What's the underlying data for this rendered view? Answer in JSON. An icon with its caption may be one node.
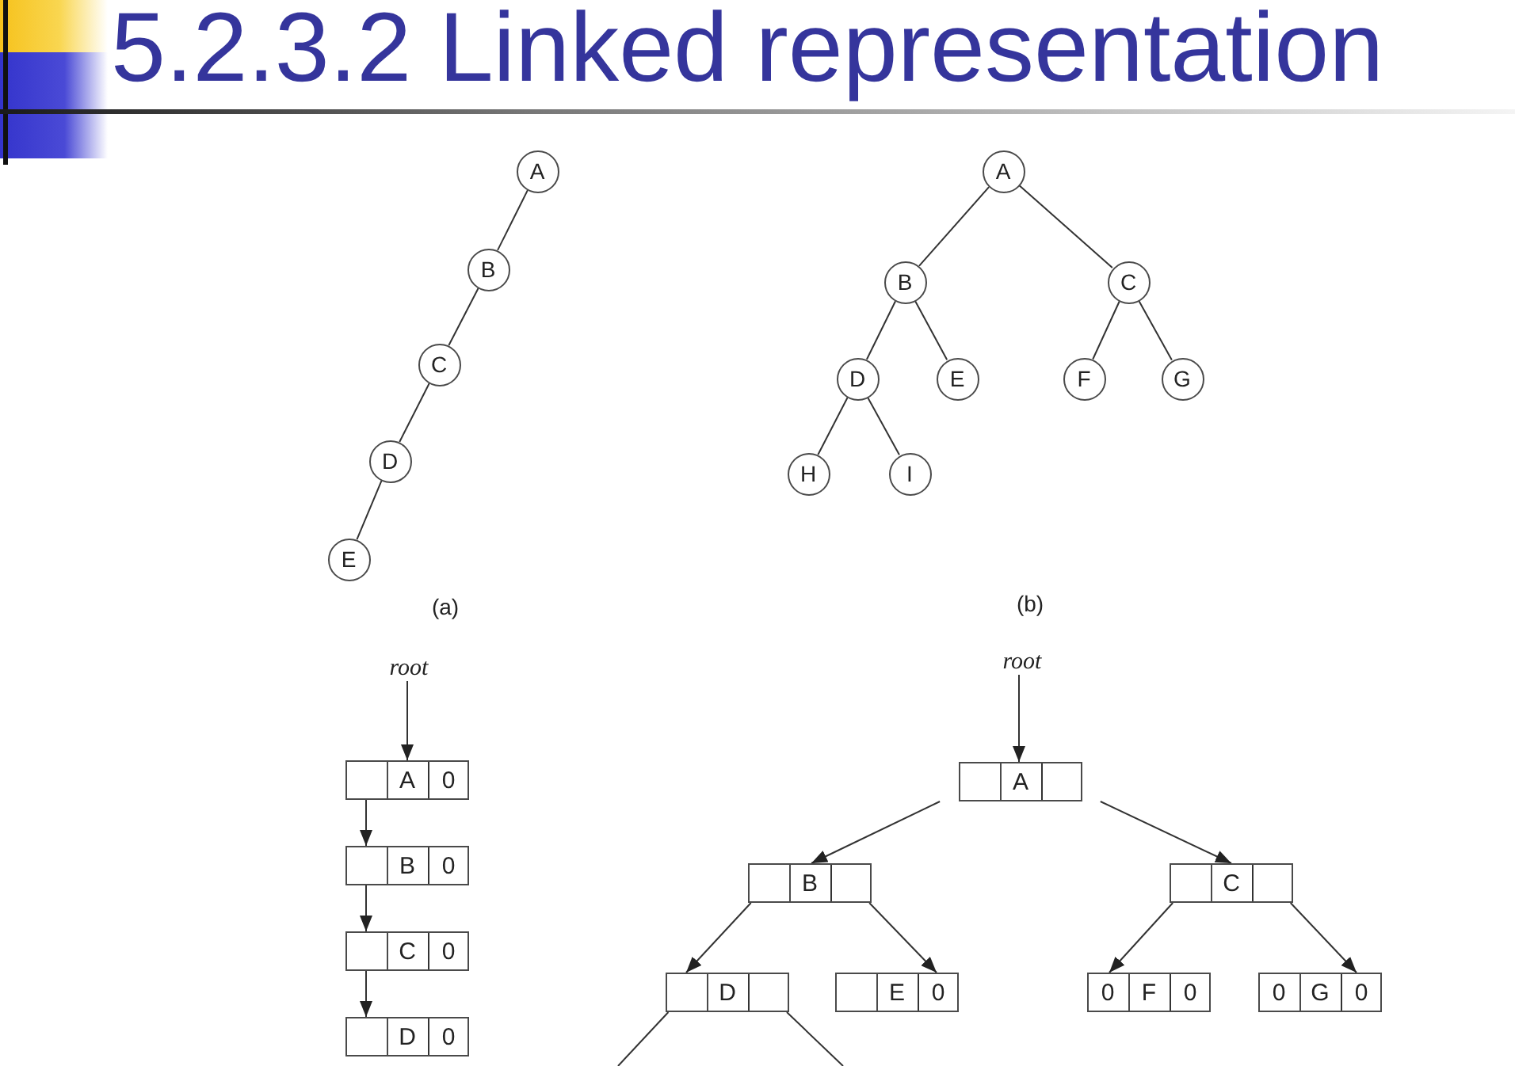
{
  "diagram": {
    "title": "5.2.3.2 Linked representation",
    "nodes": [
      {
        "text": [
          "A"
        ]
      },
      {
        "text": [
          "B"
        ]
      },
      {
        "text": [
          "C"
        ]
      },
      {
        "text": [
          "D"
        ]
      },
      {
        "text": [
          "E"
        ]
      },
      {
        "text": [
          "A"
        ]
      },
      {
        "text": [
          "B"
        ]
      },
      {
        "text": [
          "C"
        ]
      },
      {
        "text": [
          "D"
        ]
      },
      {
        "text": [
          "E"
        ]
      },
      {
        "text": [
          "F"
        ]
      },
      {
        "text": [
          "G"
        ]
      },
      {
        "text": [
          "H"
        ]
      },
      {
        "text": [
          "I"
        ]
      },
      {
        "text": [
          "root"
        ]
      },
      {
        "text": [
          "A",
          "0"
        ]
      },
      {
        "text": [
          "B",
          "0"
        ]
      },
      {
        "text": [
          "C",
          "0"
        ]
      },
      {
        "text": [
          "D",
          "0"
        ]
      },
      {
        "text": [
          "root"
        ]
      },
      {
        "text": [
          "A"
        ]
      },
      {
        "text": [
          "B"
        ]
      },
      {
        "text": [
          "C"
        ]
      },
      {
        "text": [
          "D"
        ]
      },
      {
        "text": [
          "E",
          "0"
        ]
      },
      {
        "text": [
          "0",
          "F",
          "0"
        ]
      },
      {
        "text": [
          "0",
          "G",
          "0"
        ]
      }
    ],
    "edges": [
      {
        "from": 0,
        "to": 1,
        "arrow": "none"
      },
      {
        "from": 1,
        "to": 2,
        "arrow": "none"
      },
      {
        "from": 2,
        "to": 3,
        "arrow": "none"
      },
      {
        "from": 3,
        "to": 4,
        "arrow": "none"
      },
      {
        "from": 5,
        "to": 6,
        "arrow": "none"
      },
      {
        "from": 5,
        "to": 7,
        "arrow": "none"
      },
      {
        "from": 6,
        "to": 8,
        "arrow": "none"
      },
      {
        "from": 6,
        "to": 9,
        "arrow": "none"
      },
      {
        "from": 7,
        "to": 10,
        "arrow": "none"
      },
      {
        "from": 7,
        "to": 11,
        "arrow": "none"
      },
      {
        "from": 8,
        "to": 12,
        "arrow": "none"
      },
      {
        "from": 8,
        "to": 13,
        "arrow": "none"
      },
      {
        "from": 14,
        "to": 15,
        "arrow": "to"
      },
      {
        "from": 15,
        "to": 16,
        "arrow": "to"
      },
      {
        "from": 16,
        "to": 17,
        "arrow": "to"
      },
      {
        "from": 17,
        "to": 18,
        "arrow": "to"
      },
      {
        "from": 19,
        "to": 20,
        "arrow": "to"
      },
      {
        "from": 20,
        "to": 21,
        "arrow": "to"
      },
      {
        "from": 20,
        "to": 22,
        "arrow": "to"
      },
      {
        "from": 21,
        "to": 23,
        "arrow": "to"
      },
      {
        "from": 21,
        "to": 24,
        "arrow": "to"
      },
      {
        "from": 22,
        "to": 25,
        "arrow": "to"
      },
      {
        "from": 22,
        "to": 26,
        "arrow": "to"
      },
      {
        "from": 23,
        "to": null,
        "arrow": "none"
      },
      {
        "from": 23,
        "to": null,
        "arrow": "none"
      }
    ],
    "labels": [
      "(a)",
      "(b)"
    ]
  }
}
